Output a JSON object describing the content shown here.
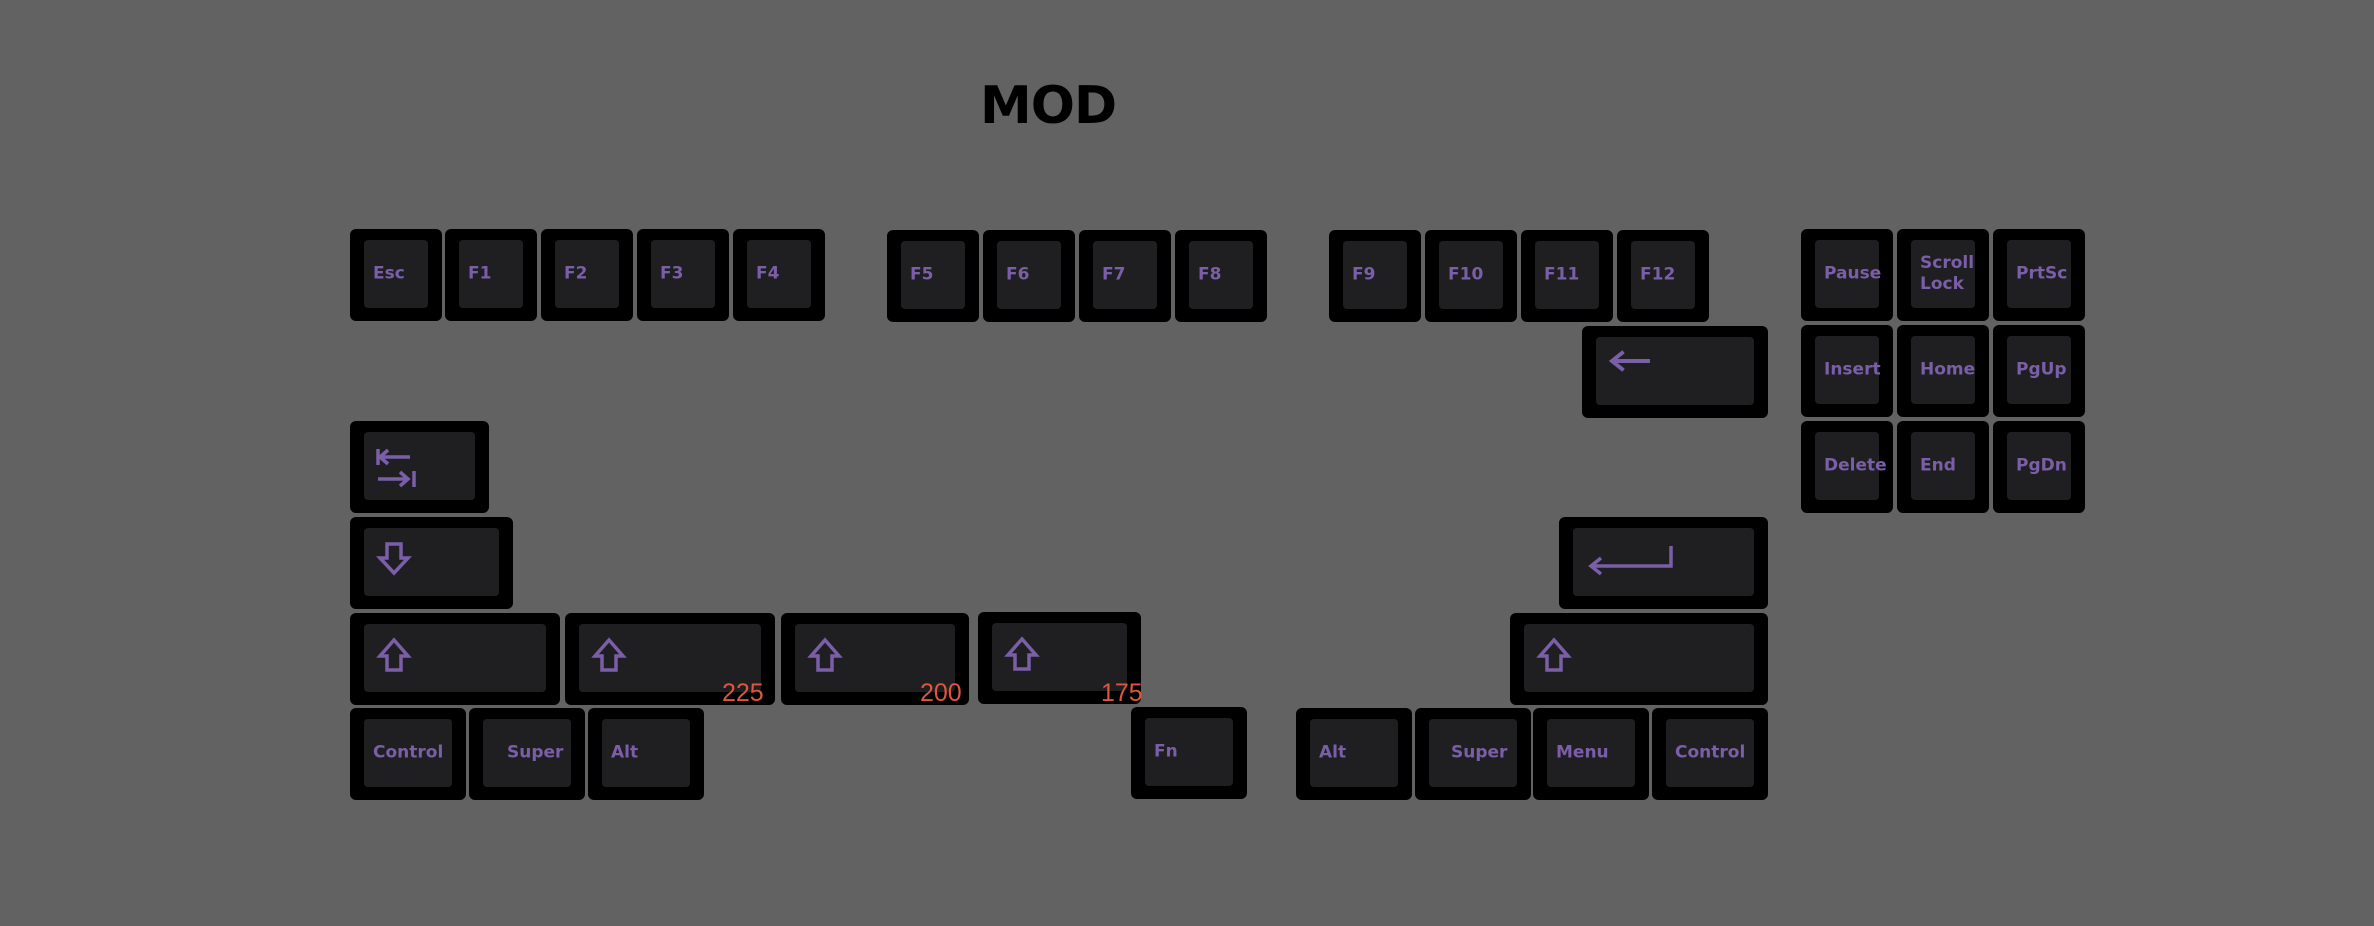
{
  "title": "MOD",
  "colors": {
    "background": "#626262",
    "legend": "#7b5ea8",
    "note": "#e0553d",
    "keycap": "#1f1f21",
    "key_border": "#000000"
  },
  "keys": {
    "esc": "Esc",
    "f1": "F1",
    "f2": "F2",
    "f3": "F3",
    "f4": "F4",
    "f5": "F5",
    "f6": "F6",
    "f7": "F7",
    "f8": "F8",
    "f9": "F9",
    "f10": "F10",
    "f11": "F11",
    "f12": "F12",
    "pause": "Pause",
    "scroll_lock": "Scroll\nLock",
    "prtsc": "PrtSc",
    "insert": "Insert",
    "home": "Home",
    "pgup": "PgUp",
    "delete": "Delete",
    "end": "End",
    "pgdn": "PgDn",
    "control_left": "Control",
    "super_left": "Super",
    "alt_left": "Alt",
    "fn": "Fn",
    "alt_right": "Alt",
    "super_right": "Super",
    "menu": "Menu",
    "control_right": "Control"
  },
  "icons": {
    "backspace": "left-arrow-icon",
    "tab": "tab-arrows-icon",
    "caps": "caps-lock-icon",
    "enter": "enter-arrow-icon",
    "shift": "shift-arrow-icon"
  },
  "size_notes": {
    "shift_225": "225",
    "shift_200": "200",
    "shift_175": "175"
  }
}
